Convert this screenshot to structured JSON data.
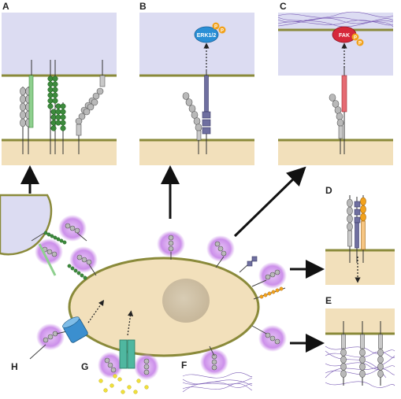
{
  "panels": {
    "A": "A",
    "B": "B",
    "C": "C",
    "D": "D",
    "E": "E",
    "F": "F",
    "G": "G",
    "H": "H"
  },
  "molecules": {
    "erk": "ERK1/2",
    "fak": "FAK",
    "phospho": "P"
  },
  "colors": {
    "upper_cell": "#dcdcf2",
    "lower_cell": "#f2e0bb",
    "membrane": "#8a8a3a",
    "receptor_gray": "#b9b9b9",
    "receptor_green": "#3c8a3c",
    "receptor_purple": "#6f6fa0",
    "erk_blue": "#2a8fd6",
    "fak_red": "#d6283a",
    "phospho_orange": "#f2a21c",
    "halo_purple": "#c98ee8",
    "matrix_purple": "#7a5cb5",
    "channel_teal": "#4fb7a0",
    "channel_blue": "#3b8fcf"
  }
}
